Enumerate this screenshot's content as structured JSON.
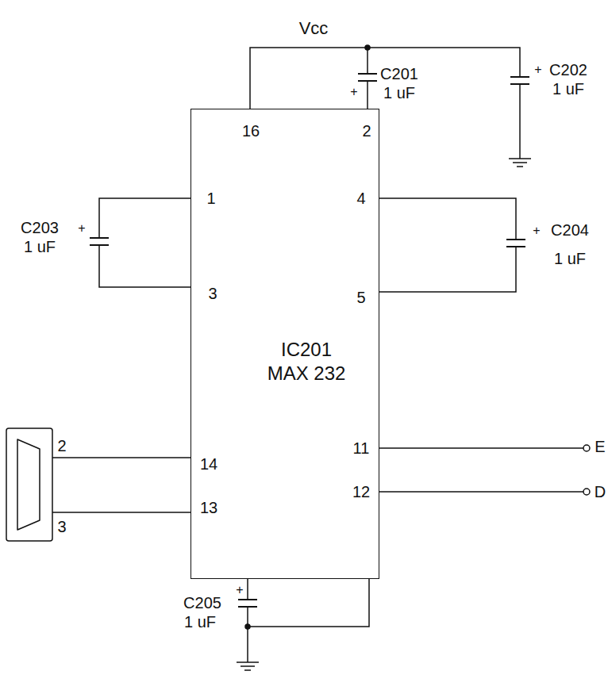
{
  "diagram": {
    "nodes": [
      {
        "text": [
          "IC201 MAX 232"
        ]
      }
    ],
    "labels": [
      "Vcc",
      "C201",
      "1 uF",
      "C202",
      "1 uF",
      "16",
      "2",
      "1",
      "4",
      "C203",
      "1 uF",
      "C204",
      "1 uF",
      "3",
      "5",
      "2",
      "14",
      "11",
      "E",
      "3",
      "13",
      "12",
      "D",
      "C205",
      "1 uF",
      "+",
      "+",
      "+",
      "+",
      "+"
    ]
  }
}
